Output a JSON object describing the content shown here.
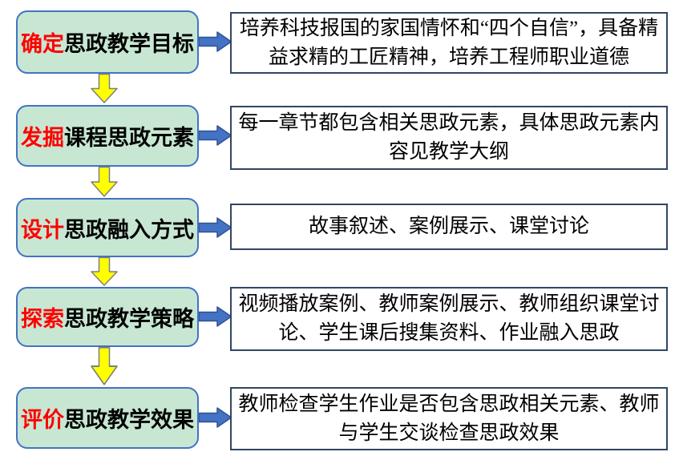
{
  "diagram": {
    "rows": [
      {
        "step_highlight": "确定",
        "step_rest": "思政教学目标",
        "description": "培养科技报国的家国情怀和“四个自信”，具备精益求精的工匠精神，培养工程师职业道德"
      },
      {
        "step_highlight": "发掘",
        "step_rest": "课程思政元素",
        "description": "每一章节都包含相关思政元素，具体思政元素内容见教学大纲"
      },
      {
        "step_highlight": "设计",
        "step_rest": "思政融入方式",
        "description": "故事叙述、案例展示、课堂讨论"
      },
      {
        "step_highlight": "探索",
        "step_rest": "思政教学策略",
        "description": "视频播放案例、教师案例展示、教师组织课堂讨论、学生课后搜集资料、作业融入思政"
      },
      {
        "step_highlight": "评价",
        "step_rest": "思政教学效果",
        "description": "教师检查学生作业是否包含思政相关元素、教师与学生交谈检查思政效果"
      }
    ],
    "colors": {
      "step_fill": "#c7e7d3",
      "step_border": "#4472c4",
      "highlight_red": "#ff0000",
      "desc_border": "#2f4662",
      "flow_arrow_fill": "#4472c4",
      "flow_arrow_border": "#2f528f",
      "down_arrow_fill": "#ffff00",
      "down_arrow_border": "#7f7f7f"
    }
  }
}
